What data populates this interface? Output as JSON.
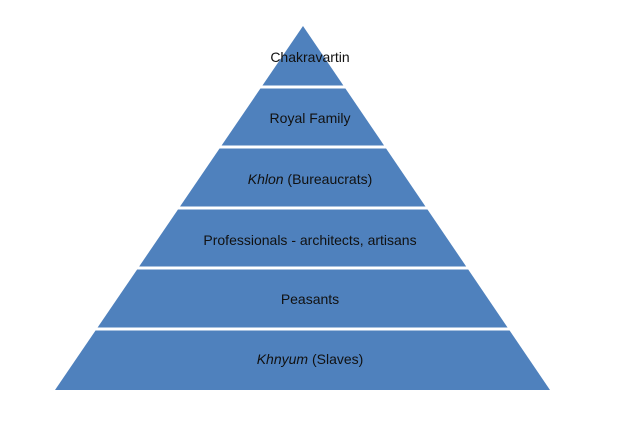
{
  "pyramid": {
    "fill_color": "#4f81bd",
    "tiers": [
      {
        "italic": "",
        "text": "Chakravartin"
      },
      {
        "italic": "",
        "text": "Royal Family"
      },
      {
        "italic": "Khlon",
        "text": " (Bureaucrats)"
      },
      {
        "italic": "",
        "text": "Professionals - architects, artisans"
      },
      {
        "italic": "",
        "text": "Peasants"
      },
      {
        "italic": "Khnyum",
        "text": " (Slaves)"
      }
    ]
  }
}
